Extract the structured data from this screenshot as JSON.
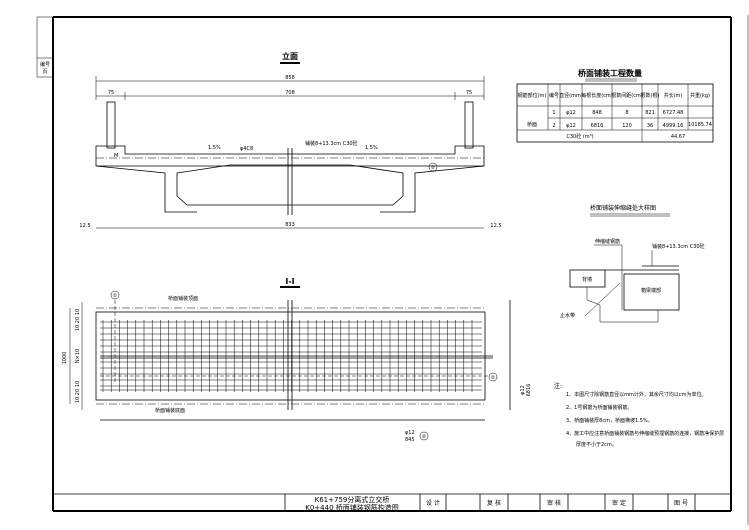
{
  "sheet": {
    "side_labels": [
      "编号",
      "页"
    ],
    "title_block": {
      "line1": "K61+759分离式立交桥",
      "line2": "K0+440 桥面铺装钢筋构造图",
      "design": "设 计",
      "check": "复 核",
      "review": "审 核",
      "approve": "审 定",
      "drawing_no": "图 号"
    }
  },
  "elevation": {
    "title": "立面",
    "dim_total": "858",
    "dim_left": "75",
    "dim_mid": "708",
    "dim_right": "75",
    "slope_left": "1.5%",
    "slope_right": "1.5%",
    "rebar_label": "φ4C8",
    "paving_label": "铺装8+13.3cm C30砼",
    "pier_mark": "M",
    "callout": "②",
    "bottom_left": "12.5",
    "bottom_mid": "833",
    "bottom_right": "12.5"
  },
  "section": {
    "title": "Ⅰ-Ⅰ",
    "top_label": "桥面铺装顶面",
    "bottom_label": "桥面铺装底面",
    "callout_1": "①",
    "callout_2": "②",
    "callout_3": "②",
    "rebar_spec": "φ12",
    "rebar_len": "845",
    "dim_total": "1000",
    "dim_top": "10 20 10",
    "dim_mid": "N×10",
    "dim_bot": "10 20 10",
    "right_spec": "φ12",
    "right_len": "6816"
  },
  "table": {
    "title": "桥面铺装工程数量",
    "headers": [
      "钢筋部位(m)",
      "编号",
      "直径(mm)",
      "每根长度(cm)",
      "根数间距(cm)",
      "根数(根)",
      "共长(m)",
      "共重(kg)"
    ],
    "location": "桥面",
    "rows": [
      [
        "1",
        "φ12",
        "848",
        "8",
        "821",
        "6727.48"
      ],
      [
        "2",
        "φ12",
        "6816",
        "120",
        "36",
        "4999.16"
      ]
    ],
    "total_weight": "10185.74",
    "concrete_label": "C30砼 (m³)",
    "concrete_value": "44.67"
  },
  "detail": {
    "title": "桥面铺装伸缩缝处大样图",
    "paving_label": "铺装8+13.3cm C30砼",
    "joint_label": "伸缩缝钢筋",
    "left_block": "背墙",
    "right_block": "箱梁端部",
    "seal_label": "止水带"
  },
  "notes": {
    "title": "注:",
    "items": [
      "1、本图尺寸除钢筋直径以mm计外，其余尺寸均以cm为单位。",
      "2、1号钢筋为桥面铺装钢筋。",
      "3、桥面铺装厚8cm，桥面横坡1.5%。",
      "4、施工中应注意桥面铺装钢筋与伸缩缝预埋钢筋的连接，钢筋净保护层",
      "厚度不小于2cm。"
    ]
  }
}
